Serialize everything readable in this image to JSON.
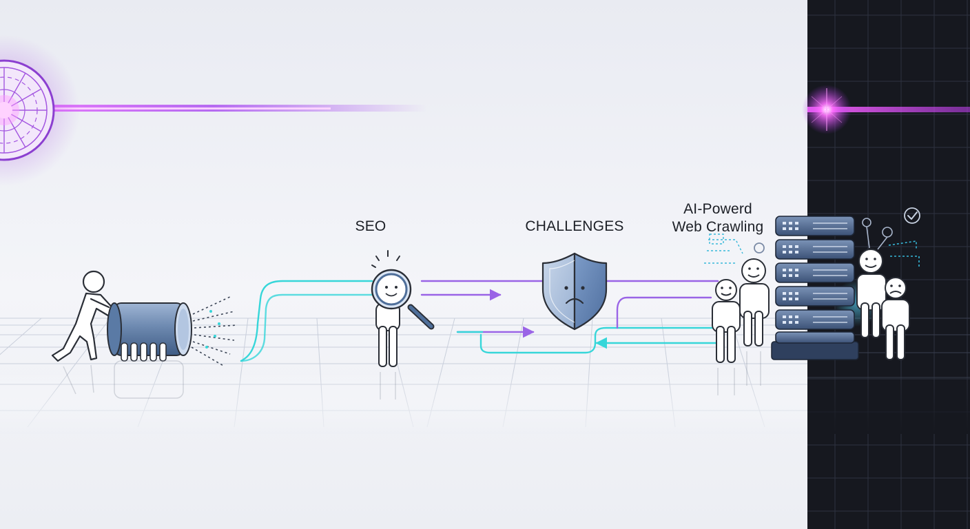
{
  "labels": {
    "seo": "SEO",
    "challenges": "CHALLENGES",
    "ai_line1": "AI-Powerd",
    "ai_line2": "Web Crawling"
  },
  "colors": {
    "background": "#eef0f5",
    "dark_panel": "#16181f",
    "purple_beam": "#b14cf2",
    "magenta_flare": "#f050ff",
    "cyan_flow": "#36d6d9",
    "violet_flow": "#9a64e6",
    "figure_stroke": "#2a2e36",
    "shield_blue": "#5f84b8",
    "server_blue": "#4f6f9a"
  },
  "icons": [
    "radial-gear-icon",
    "person-pushing-icon",
    "barrel-icon",
    "magnifier-person-icon",
    "shield-sad-icon",
    "server-rack-icon",
    "checkmark-icon"
  ]
}
